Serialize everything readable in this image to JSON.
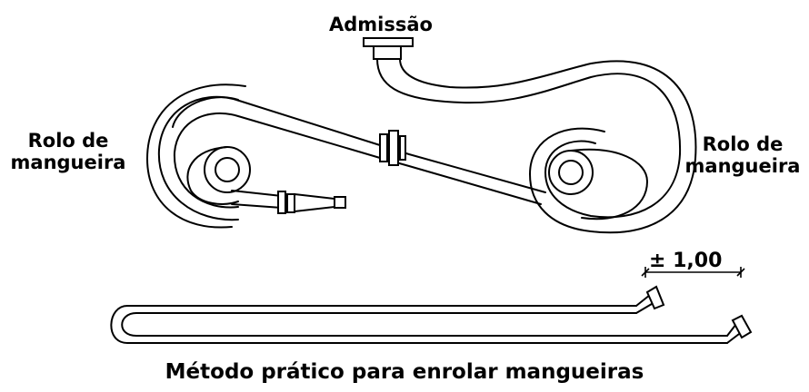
{
  "labels": {
    "intake": "Admissão",
    "reel_left_line1": "Rolo de",
    "reel_left_line2": "mangueira",
    "reel_right_line1": "Rolo de",
    "reel_right_line2": "mangueira",
    "dimension": "± 1,00",
    "caption": "Método prático para enrolar mangueiras"
  }
}
